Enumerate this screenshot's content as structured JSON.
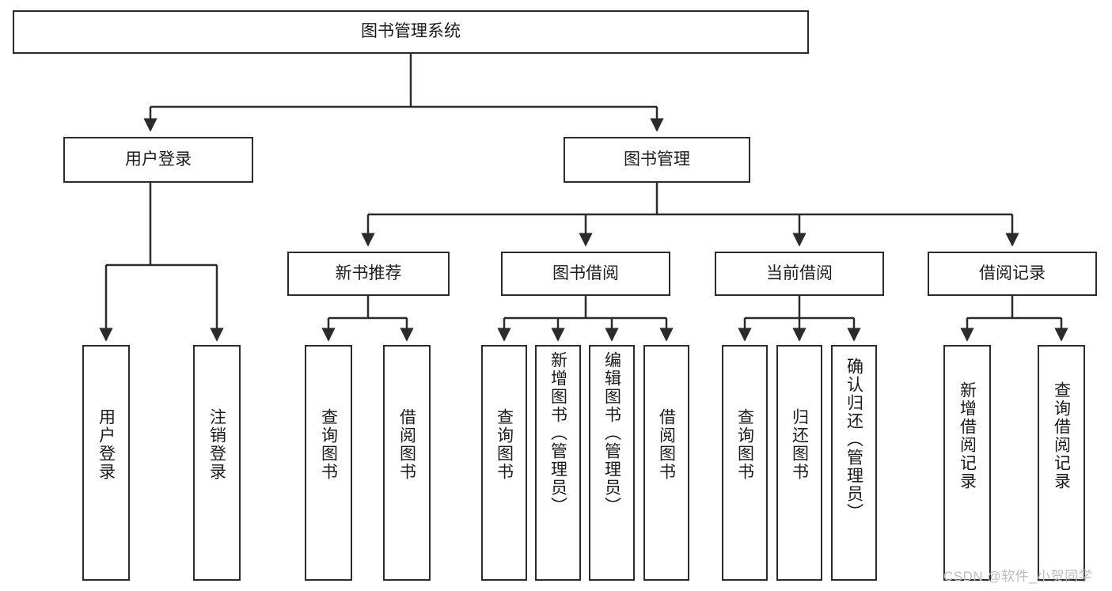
{
  "diagram": {
    "title": "图书管理系统",
    "type": "tree-hierarchy-diagram",
    "colors": {
      "stroke": "#2b2b2b",
      "fill": "#ffffff",
      "text": "#1b1b1b",
      "watermark": "#bdbdbd"
    },
    "root": {
      "id": "root",
      "label": "图书管理系统"
    },
    "level2": [
      {
        "id": "user-login",
        "label": "用户登录"
      },
      {
        "id": "book-management",
        "label": "图书管理"
      }
    ],
    "level3": [
      {
        "id": "new-book-recommend",
        "label": "新书推荐",
        "parent": "book-management"
      },
      {
        "id": "book-borrow",
        "label": "图书借阅",
        "parent": "book-management"
      },
      {
        "id": "current-borrow",
        "label": "当前借阅",
        "parent": "book-management"
      },
      {
        "id": "borrow-record",
        "label": "借阅记录",
        "parent": "book-management"
      }
    ],
    "leaves": [
      {
        "id": "leaf-user-login",
        "label": "用户登录",
        "parent": "user-login"
      },
      {
        "id": "leaf-logout-login",
        "label": "注销登录",
        "parent": "user-login"
      },
      {
        "id": "leaf-query-book-1",
        "label": "查询图书",
        "parent": "new-book-recommend"
      },
      {
        "id": "leaf-borrow-book-1",
        "label": "借阅图书",
        "parent": "new-book-recommend"
      },
      {
        "id": "leaf-query-book-2",
        "label": "查询图书",
        "parent": "book-borrow"
      },
      {
        "id": "leaf-add-book-admin",
        "label": "新增图书（管理员）",
        "parent": "book-borrow"
      },
      {
        "id": "leaf-edit-book-admin",
        "label": "编辑图书（管理员）",
        "parent": "book-borrow"
      },
      {
        "id": "leaf-borrow-book-2",
        "label": "借阅图书",
        "parent": "book-borrow"
      },
      {
        "id": "leaf-query-book-3",
        "label": "查询图书",
        "parent": "current-borrow"
      },
      {
        "id": "leaf-return-book",
        "label": "归还图书",
        "parent": "current-borrow"
      },
      {
        "id": "leaf-confirm-return-admin",
        "label": "确认归还（管理员）",
        "parent": "current-borrow"
      },
      {
        "id": "leaf-add-borrow-record",
        "label": "新增借阅记录",
        "parent": "borrow-record"
      },
      {
        "id": "leaf-query-borrow-record",
        "label": "查询借阅记录",
        "parent": "borrow-record"
      }
    ],
    "watermark": "CSDN @软件_小贺同学"
  }
}
